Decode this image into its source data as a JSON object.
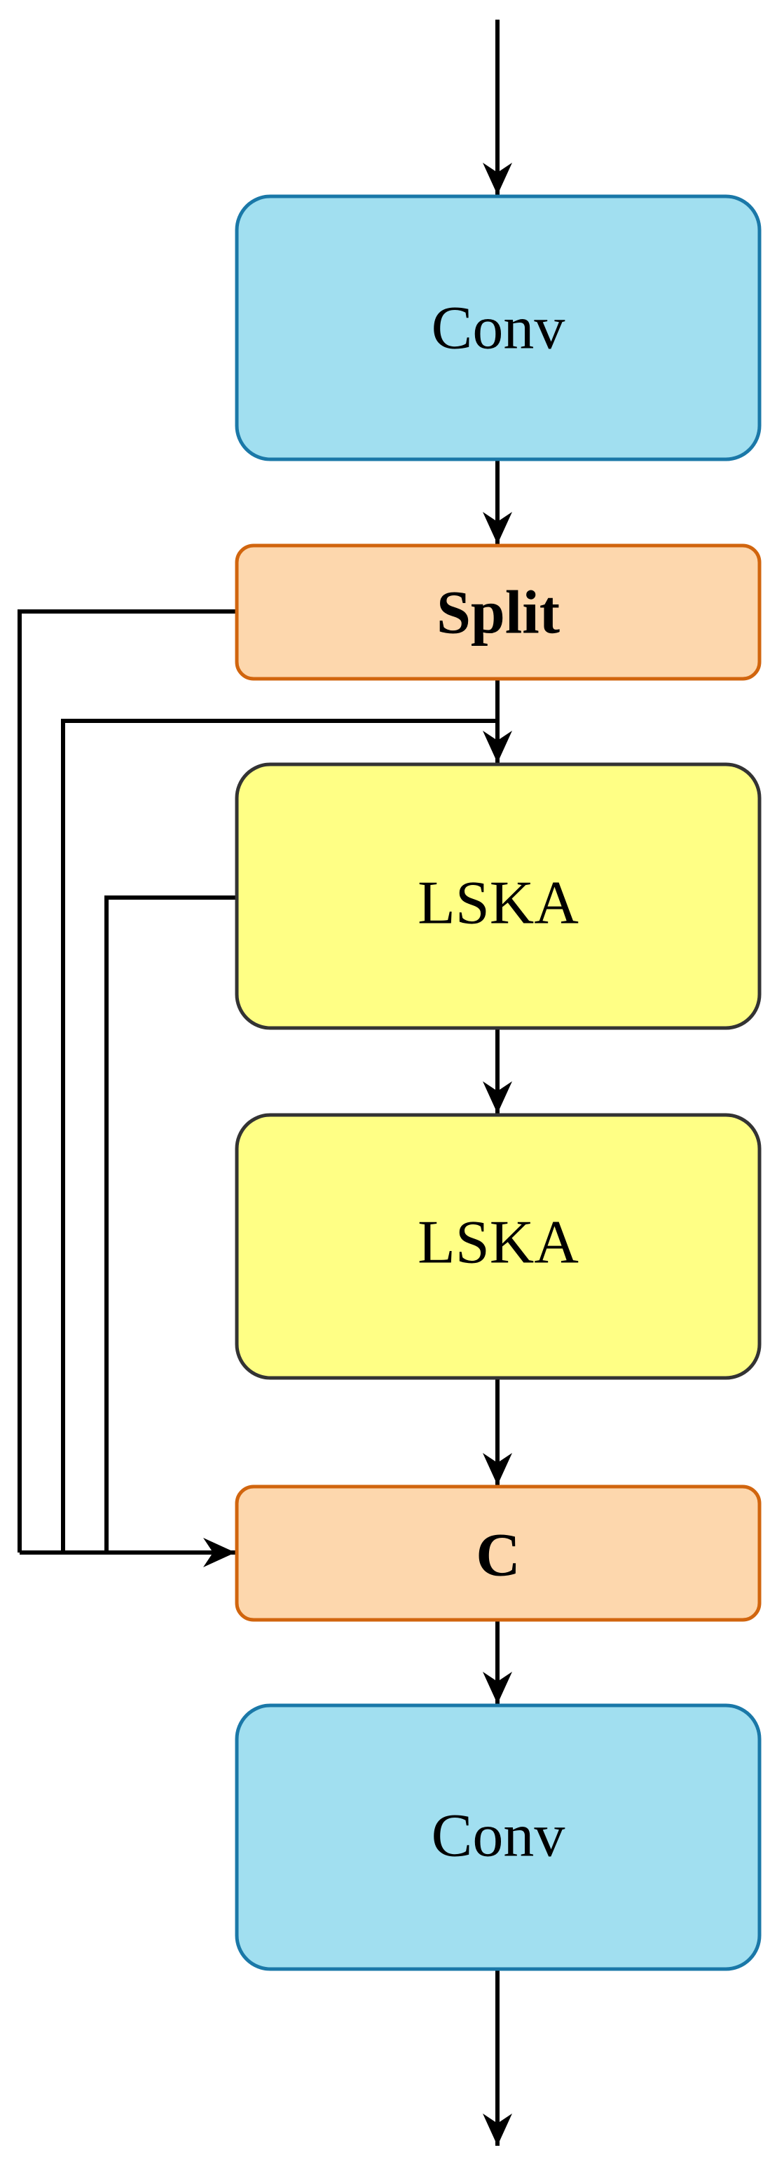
{
  "blocks": {
    "conv_top": {
      "label": "Conv"
    },
    "split": {
      "label": "Split"
    },
    "lska_1": {
      "label": "LSKA"
    },
    "lska_2": {
      "label": "LSKA"
    },
    "concat": {
      "label": "C"
    },
    "conv_bottom": {
      "label": "Conv"
    }
  },
  "colors": {
    "conv_fill": "#a1dff0",
    "conv_stroke": "#1a78a8",
    "orange_fill": "#fdd7ad",
    "orange_stroke": "#d1650e",
    "lska_fill": "#ffff85",
    "lska_stroke": "#333333",
    "line": "#000000"
  }
}
